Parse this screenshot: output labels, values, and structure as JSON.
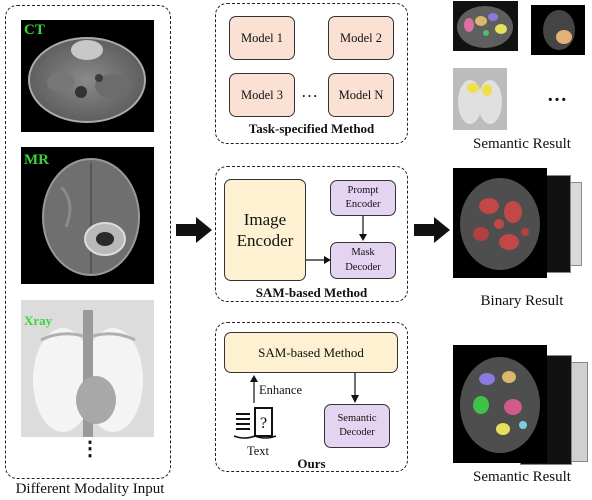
{
  "left_panel": {
    "modalities": [
      {
        "label": "CT"
      },
      {
        "label": "MR"
      },
      {
        "label": "Xray"
      }
    ],
    "ellipsis": "⋮",
    "caption": "Different Modality Input"
  },
  "task_panel": {
    "models": [
      "Model 1",
      "Model 2",
      "Model 3",
      "Model N"
    ],
    "ellipsis": "…",
    "caption": "Task-specified Method"
  },
  "sam_panel": {
    "image_encoder": "Image Encoder",
    "prompt_encoder": "Prompt Encoder",
    "mask_decoder": "Mask Decoder",
    "caption": "SAM-based Method"
  },
  "ours_panel": {
    "sam_method": "SAM-based Method",
    "enhance_label": "Enhance",
    "text_label": "Text",
    "semantic_decoder": "Semantic Decoder",
    "caption": "Ours"
  },
  "results": {
    "top_caption": "Semantic Result",
    "top_ellipsis": "…",
    "middle_caption": "Binary Result",
    "bottom_caption": "Semantic Result"
  },
  "colors": {
    "model_fill": "#fbe1d4",
    "encoder_fill": "#fdf1d2",
    "decoder_fill": "#e4d4f1",
    "modality_label": "#3bd33b"
  }
}
